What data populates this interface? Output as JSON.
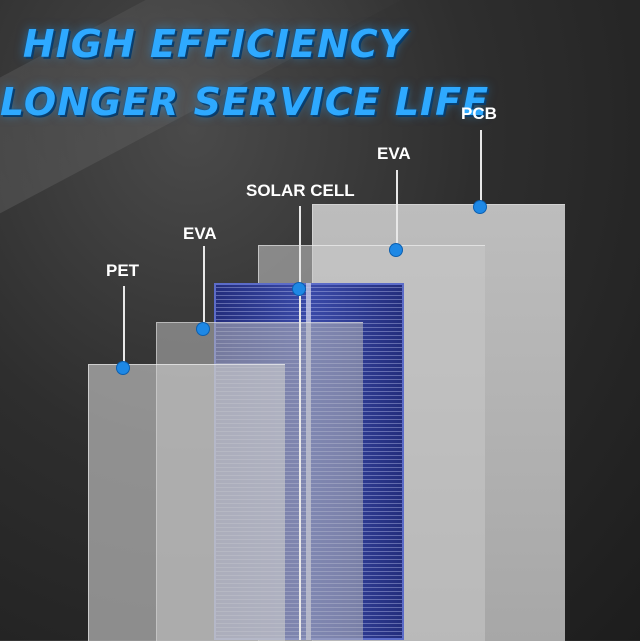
{
  "headline": {
    "line1": "HIGH EFFICIENCY",
    "line2": "LONGER SERVICE LIFE",
    "color": "#2ea9ff"
  },
  "layers": [
    {
      "id": "pet",
      "label": "PET"
    },
    {
      "id": "eva1",
      "label": "EVA"
    },
    {
      "id": "cell",
      "label": "SOLAR CELL"
    },
    {
      "id": "eva2",
      "label": "EVA"
    },
    {
      "id": "pcb",
      "label": "PCB"
    }
  ],
  "colors": {
    "background": "#2e2e2e",
    "dot": "#1e88e5",
    "cell": "#28348a"
  }
}
